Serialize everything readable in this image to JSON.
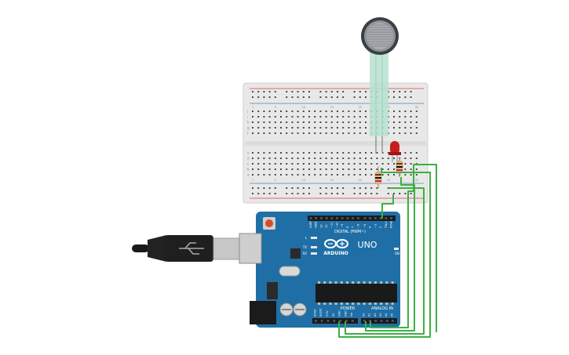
{
  "board": {
    "brand": "ARDUINO",
    "model": "UNO",
    "digital_label": "DIGITAL (PWM~)",
    "power_label": "POWER",
    "analog_label": "ANALOG IN",
    "on_label": "ON",
    "tx_label": "TX",
    "rx_label": "RX",
    "l_label": "L",
    "digital_pins": [
      "AREF",
      "GND",
      "13",
      "12",
      "~11",
      "~10",
      "~9",
      "8",
      "7",
      "~6",
      "~5",
      "4",
      "~3",
      "2",
      "TX▸1",
      "RX◂0"
    ],
    "power_pins": [
      "IOREF",
      "RESET",
      "3.3V",
      "5V",
      "GND",
      "GND",
      "Vin"
    ],
    "analog_pins": [
      "A0",
      "A1",
      "A2",
      "A3",
      "A4",
      "A5"
    ]
  },
  "breadboard": {
    "row_letters_top": [
      "j",
      "i",
      "h",
      "g",
      "f"
    ],
    "row_letters_bottom": [
      "e",
      "d",
      "c",
      "b",
      "a"
    ],
    "column_numbers": [
      "1",
      "5",
      "10",
      "15",
      "20",
      "25",
      "30"
    ]
  },
  "colors": {
    "board": "#1f6fa6",
    "wire": "#3cb043",
    "breadboard": "#e9e9e9",
    "rail_red": "#d64545",
    "rail_blue": "#5a7fb5",
    "led": "#c81e1e",
    "sensor": "#3a3f45"
  }
}
